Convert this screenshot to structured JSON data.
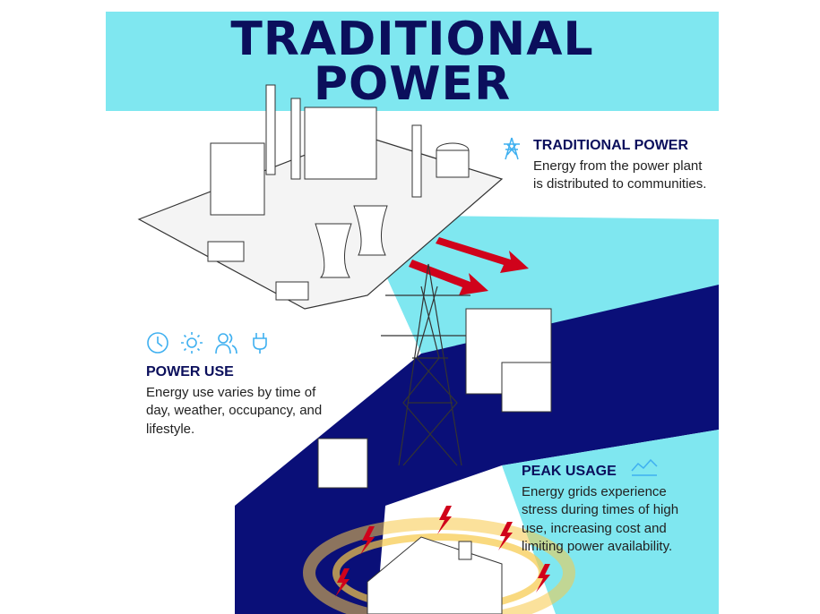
{
  "header": {
    "title_line1": "TRADITIONAL",
    "title_line2": "POWER"
  },
  "traditional_power": {
    "icon": "power-tower-icon",
    "heading": "TRADITIONAL POWER",
    "body": "Energy from the power plant is distributed to communities."
  },
  "power_use": {
    "icons": [
      "clock-icon",
      "sun-icon",
      "people-icon",
      "plug-icon"
    ],
    "heading": "POWER USE",
    "body": "Energy use varies by time of day, weather, occupancy, and lifestyle."
  },
  "peak_usage": {
    "icon": "line-chart-icon",
    "heading": "PEAK USAGE",
    "body": "Energy grids experience stress during times of high use, increasing cost and limiting power availability."
  },
  "colors": {
    "navy": "#0b0f5c",
    "cyan": "#7fe7f0",
    "deep_blue": "#0a0f78",
    "arrow_red": "#d0021b",
    "glow": "#f7c948",
    "icon_blue": "#3fb0f0"
  }
}
